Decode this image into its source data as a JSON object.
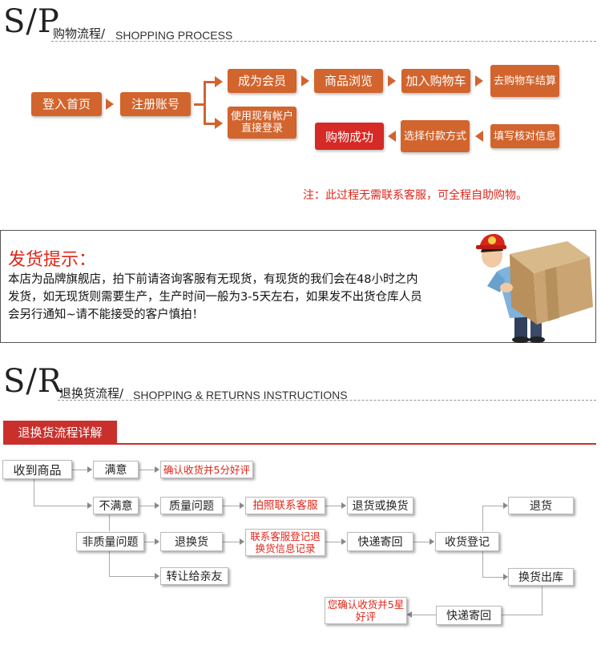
{
  "sp_header": {
    "big": "S/P",
    "cn": "购物流程/",
    "en": "SHOPPING PROCESS"
  },
  "flow": {
    "login": "登入首页",
    "register": "注册账号",
    "member": "成为会员",
    "existing": "使用现有帐户直接登录",
    "browse": "商品浏览",
    "cart": "加入购物车",
    "checkout": "去购物车结算",
    "success": "购物成功",
    "payment": "选择付款方式",
    "confirm": "填写核对信息"
  },
  "note": "注：此过程无需联系客服，可全程自助购物。",
  "notice": {
    "title": "发货提示：",
    "line1": "本店为品牌旗舰店，拍下前请咨询客服有无现货，有现货的我们会在48小时之内",
    "line2": "发货，如无现货则需要生产，生产时间一般为3-5天左右，如果发不出货仓库人员",
    "line3": "会另行通知~请不能接受的客户慎拍！"
  },
  "sr_header": {
    "big": "S/R",
    "cn": "退换货流程/",
    "en": "SHOPPING & RETURNS INSTRUCTIONS"
  },
  "returns": {
    "label": "退换货流程详解",
    "received": "收到商品",
    "satisfied": "满意",
    "confirm_rate": "确认收货并5分好评",
    "unsatisfied": "不满意",
    "quality": "质量问题",
    "contact_cs": "拍照联系客服",
    "return_or_exchange": "退货或换货",
    "non_quality": "非质量问题",
    "return_exchange": "退换货",
    "record": "联系客服登记退换货信息记录",
    "ship_back": "快递寄回",
    "receive_register": "收货登记",
    "refund": "退货",
    "exchange_out": "换货出库",
    "transfer": "转让给亲友",
    "confirm_5star": "您确认收货并5星好评",
    "ship_back2": "快递寄回"
  },
  "colors": {
    "orange": "#d2642e",
    "red": "#d52a25",
    "note_red": "#e0261a"
  }
}
